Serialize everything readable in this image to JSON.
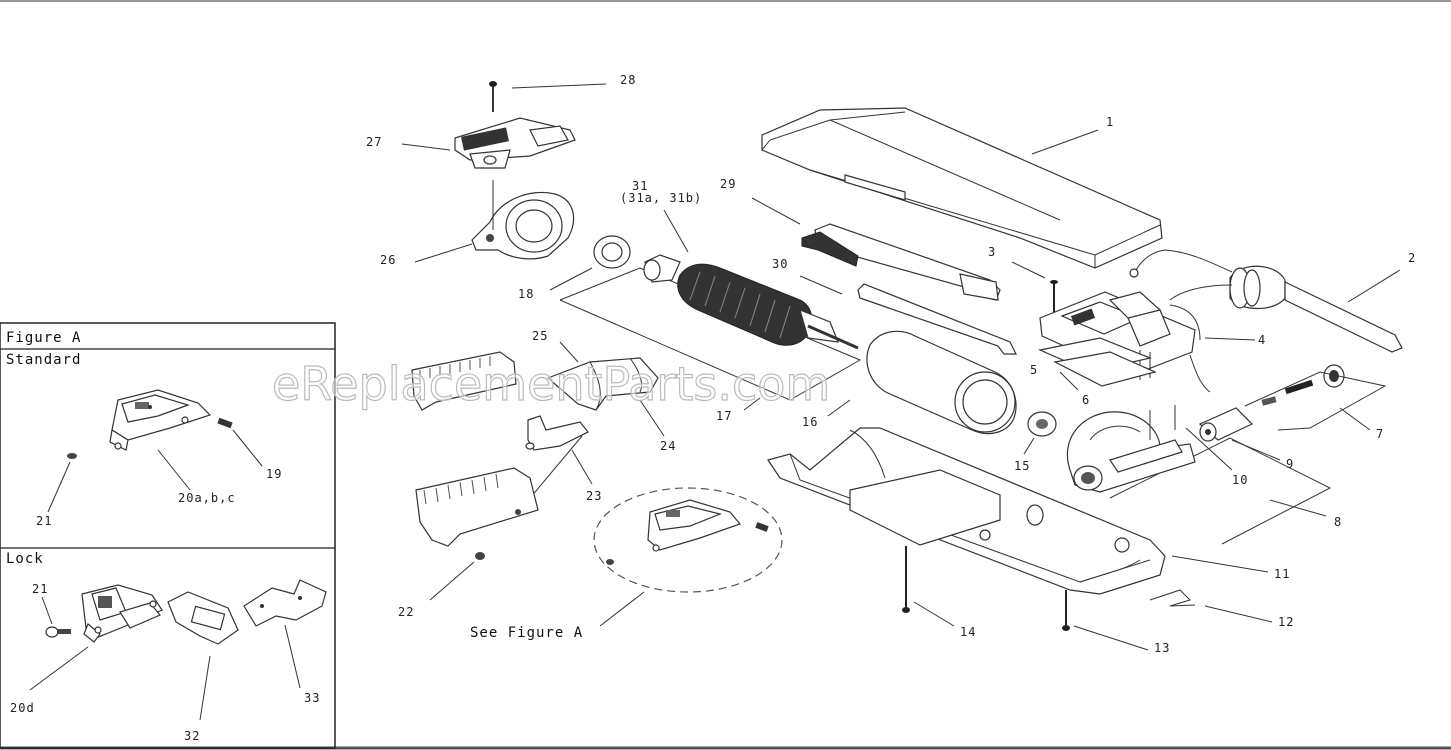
{
  "watermark": "eReplacementParts.com",
  "figure": {
    "title": "Figure A",
    "standard": "Standard",
    "lock": "Lock",
    "see_figure": "See Figure A"
  },
  "labels": {
    "p1": "1",
    "p2": "2",
    "p3": "3",
    "p4": "4",
    "p5": "5",
    "p6": "6",
    "p7": "7",
    "p8": "8",
    "p9": "9",
    "p10": "10",
    "p11": "11",
    "p12": "12",
    "p13": "13",
    "p14": "14",
    "p15": "15",
    "p16": "16",
    "p17": "17",
    "p18": "18",
    "p22": "22",
    "p23": "23",
    "p24": "24",
    "p25": "25",
    "p26": "26",
    "p27": "27",
    "p28": "28",
    "p29": "29",
    "p30": "30",
    "p31": "31",
    "p31sub": "(31a, 31b)",
    "std_19": "19",
    "std_20": "20a,b,c",
    "std_21": "21",
    "lock_21": "21",
    "lock_20d": "20d",
    "lock_32": "32",
    "lock_33": "33"
  },
  "colors": {
    "line": "#333333",
    "background": "#ffffff",
    "watermark": "#bbbbbb"
  }
}
